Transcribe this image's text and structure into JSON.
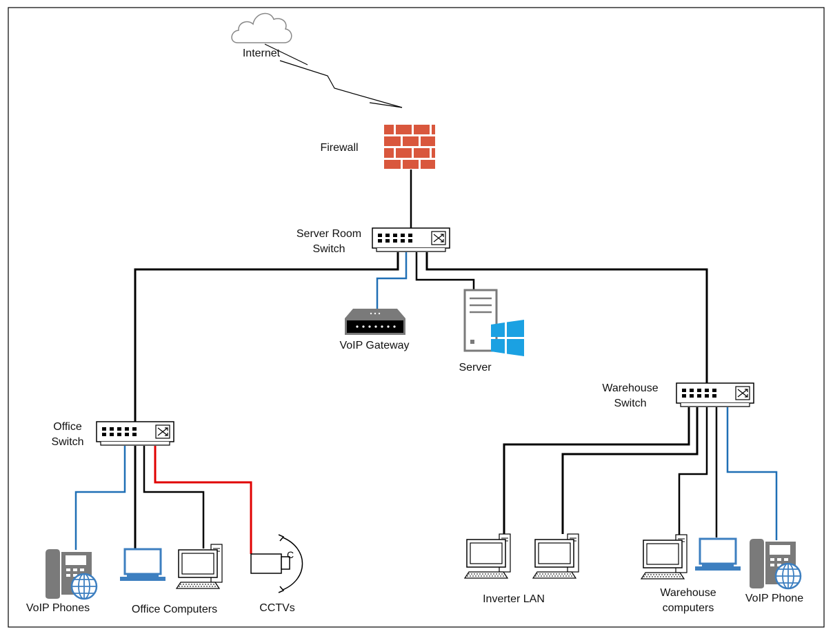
{
  "colors": {
    "wire_black": "#000000",
    "wire_blue": "#1f6fb5",
    "wire_red": "#e00000",
    "firewall_brick": "#d9573d",
    "windows_blue": "#1ba1e2",
    "device_gray": "#7a7a7a",
    "laptop_blue": "#3d7fc0"
  },
  "labels": {
    "internet": "Internet",
    "firewall": "Firewall",
    "server_room_switch_1": "Server Room",
    "server_room_switch_2": "Switch",
    "voip_gateway": "VoIP Gateway",
    "server": "Server",
    "warehouse_switch_1": "Warehouse",
    "warehouse_switch_2": "Switch",
    "office_switch_1": "Office",
    "office_switch_2": "Switch",
    "voip_phones": "VoIP Phones",
    "office_computers": "Office Computers",
    "cctvs": "CCTVs",
    "inverter_lan": "Inverter LAN",
    "warehouse_computers_1": "Warehouse",
    "warehouse_computers_2": "computers",
    "voip_phone": "VoIP Phone"
  },
  "icons": {
    "internet": "cloud-icon",
    "firewall": "brick-wall-icon",
    "switch": "network-switch-icon",
    "gateway": "voip-gateway-icon",
    "server": "server-tower-icon",
    "os": "windows-logo-icon",
    "phone": "ip-phone-icon",
    "laptop": "laptop-icon",
    "desktop": "desktop-computer-icon",
    "camera": "cctv-camera-icon"
  }
}
